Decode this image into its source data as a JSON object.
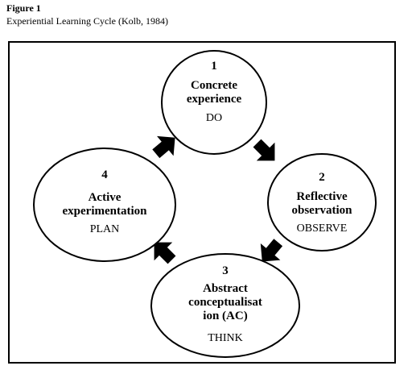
{
  "figure": {
    "label": "Figure 1",
    "caption": "Experiential Learning Cycle (Kolb, 1984)"
  },
  "stages": [
    {
      "number": "1",
      "title": "Concrete\nexperience",
      "action": "DO"
    },
    {
      "number": "2",
      "title": "Reflective\nobservation",
      "action": "OBSERVE"
    },
    {
      "number": "3",
      "title": "Abstract\nconceptualisat\nion (AC)",
      "action": "THINK"
    },
    {
      "number": "4",
      "title": "Active\nexperimentation",
      "action": "PLAN"
    }
  ],
  "colors": {
    "arrow": "#000000",
    "outline": "#000000"
  },
  "arrow_icon": "block-arrow-icon"
}
